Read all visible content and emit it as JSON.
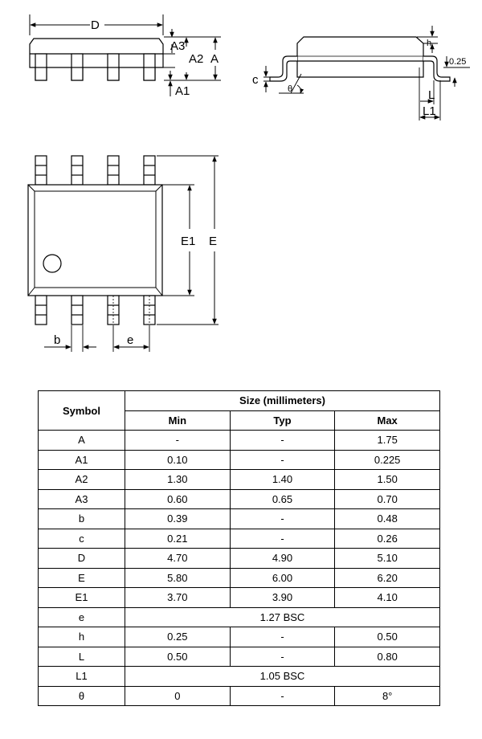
{
  "diagram": {
    "side_view_labels": {
      "D": "D",
      "A3": "A3",
      "A2": "A2",
      "A": "A",
      "A1": "A1"
    },
    "profile_labels": {
      "h": "h",
      "c": "c",
      "theta": "θ",
      "gauge": "0.25",
      "L": "L",
      "L1": "L1"
    },
    "top_view_labels": {
      "E1": "E1",
      "E": "E",
      "b": "b",
      "e": "e"
    }
  },
  "table": {
    "symbol_header": "Symbol",
    "size_header": "Size (millimeters)",
    "min_header": "Min",
    "typ_header": "Typ",
    "max_header": "Max",
    "rows": [
      {
        "symbol": "A",
        "min": "-",
        "typ": "-",
        "max": "1.75"
      },
      {
        "symbol": "A1",
        "min": "0.10",
        "typ": "-",
        "max": "0.225"
      },
      {
        "symbol": "A2",
        "min": "1.30",
        "typ": "1.40",
        "max": "1.50"
      },
      {
        "symbol": "A3",
        "min": "0.60",
        "typ": "0.65",
        "max": "0.70"
      },
      {
        "symbol": "b",
        "min": "0.39",
        "typ": "-",
        "max": "0.48"
      },
      {
        "symbol": "c",
        "min": "0.21",
        "typ": "-",
        "max": "0.26"
      },
      {
        "symbol": "D",
        "min": "4.70",
        "typ": "4.90",
        "max": "5.10"
      },
      {
        "symbol": "E",
        "min": "5.80",
        "typ": "6.00",
        "max": "6.20"
      },
      {
        "symbol": "E1",
        "min": "3.70",
        "typ": "3.90",
        "max": "4.10"
      },
      {
        "symbol": "e",
        "span": "1.27 BSC"
      },
      {
        "symbol": "h",
        "min": "0.25",
        "typ": "-",
        "max": "0.50"
      },
      {
        "symbol": "L",
        "min": "0.50",
        "typ": "-",
        "max": "0.80"
      },
      {
        "symbol": "L1",
        "span": "1.05 BSC"
      },
      {
        "symbol": "θ",
        "min": "0",
        "typ": "-",
        "max": "8°"
      }
    ]
  }
}
